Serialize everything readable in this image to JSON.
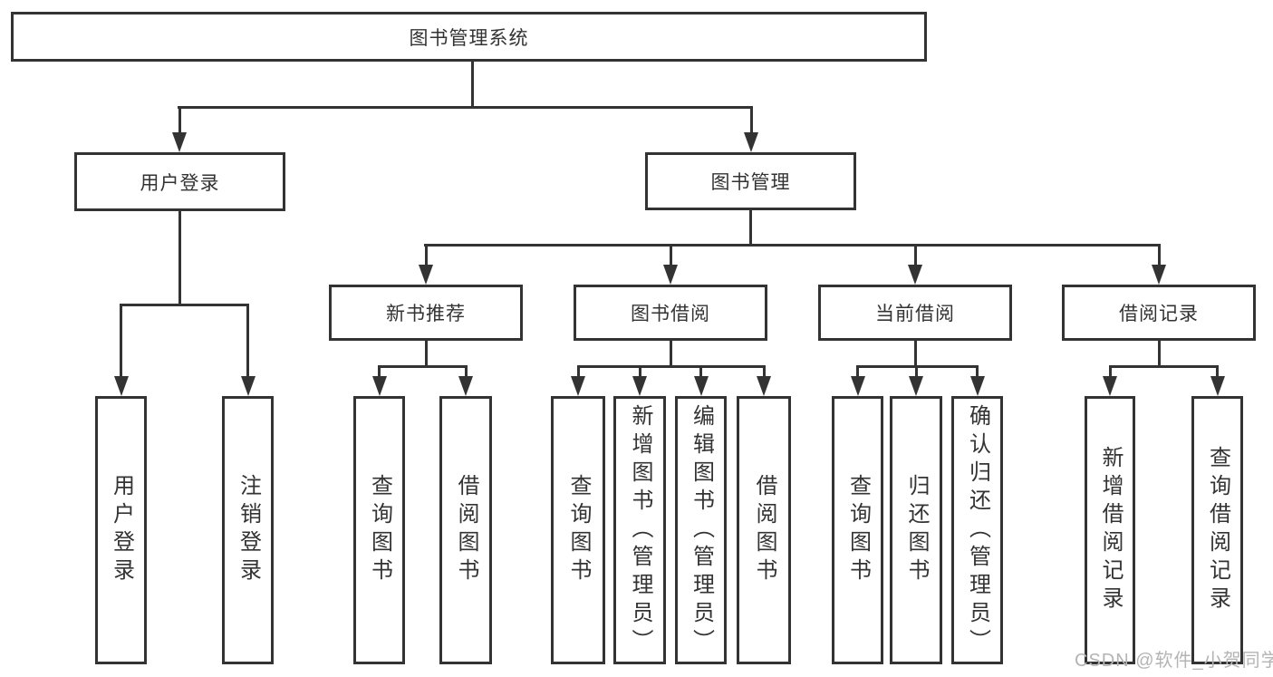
{
  "diagram_title": "图书管理系统",
  "tree": {
    "label": "图书管理系统",
    "children": [
      {
        "label": "用户登录",
        "children": [
          {
            "label": "用户登录"
          },
          {
            "label": "注销登录"
          }
        ]
      },
      {
        "label": "图书管理",
        "children": [
          {
            "label": "新书推荐",
            "children": [
              {
                "label": "查询图书"
              },
              {
                "label": "借阅图书"
              }
            ]
          },
          {
            "label": "图书借阅",
            "children": [
              {
                "label": "查询图书"
              },
              {
                "label": "新增图书（管理员）"
              },
              {
                "label": "编辑图书（管理员）"
              },
              {
                "label": "借阅图书"
              }
            ]
          },
          {
            "label": "当前借阅",
            "children": [
              {
                "label": "查询图书"
              },
              {
                "label": "归还图书"
              },
              {
                "label": "确认归还（管理员）"
              }
            ]
          },
          {
            "label": "借阅记录",
            "children": [
              {
                "label": "新增借阅记录"
              },
              {
                "label": "查询借阅记录"
              }
            ]
          }
        ]
      }
    ]
  },
  "watermark": "CSDN @软件_小贺同学",
  "colors": {
    "line": "#333333",
    "text": "#333333",
    "watermark": "#b4b4b4",
    "background": "#ffffff"
  }
}
